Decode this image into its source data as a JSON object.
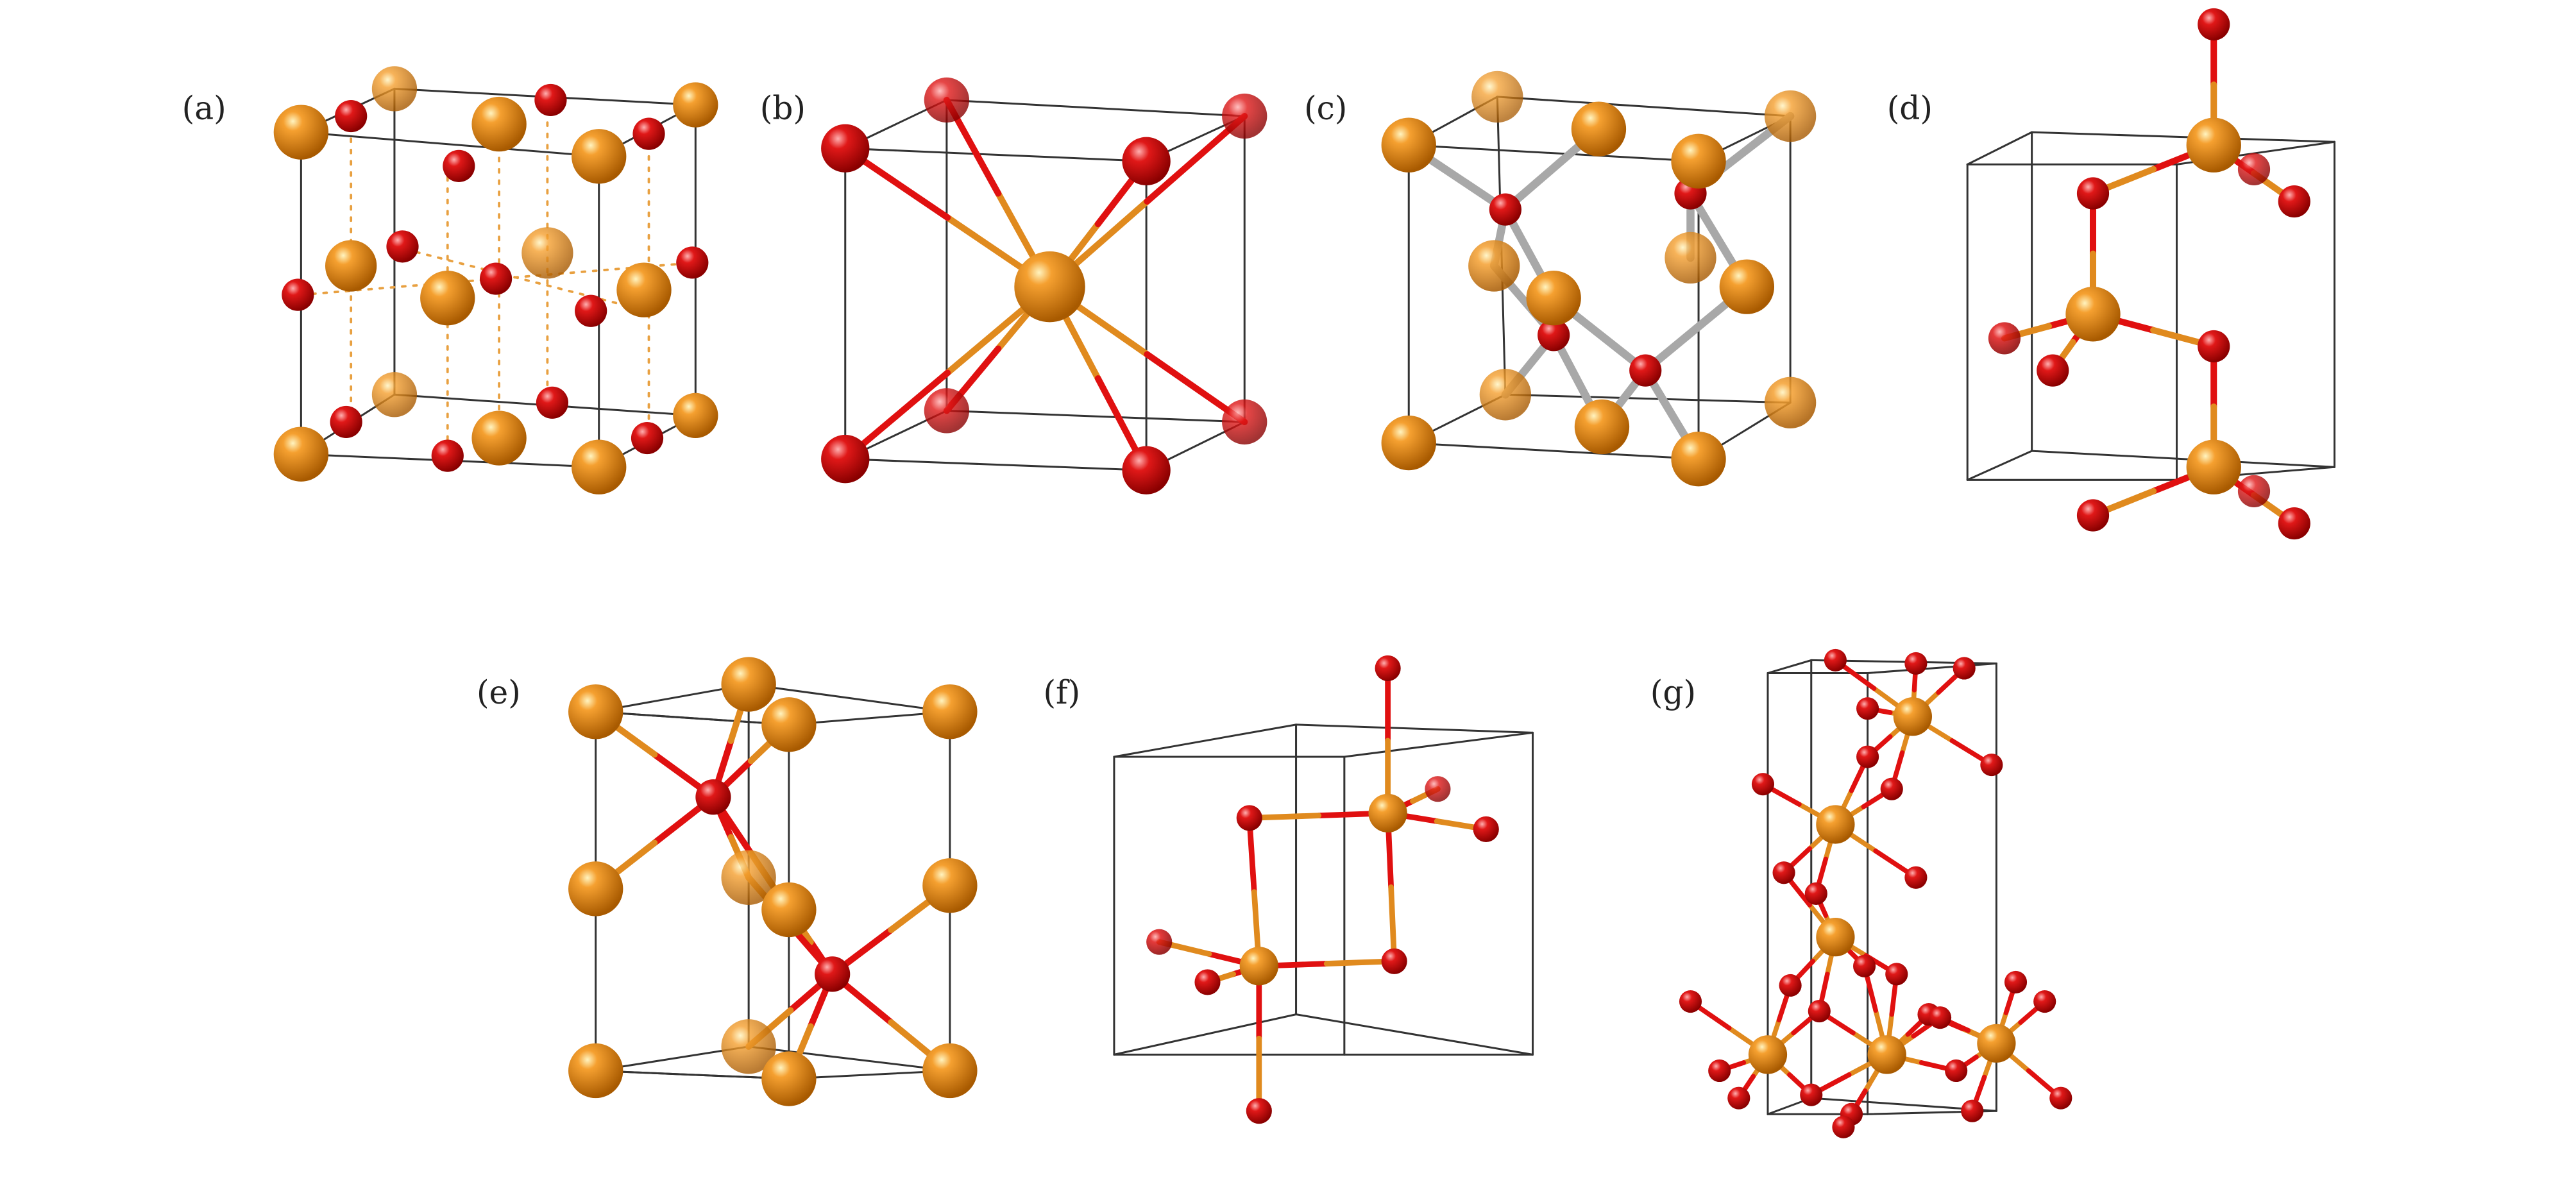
{
  "panels": [
    {
      "id": "a",
      "label": "(a)"
    },
    {
      "id": "b",
      "label": "(b)"
    },
    {
      "id": "c",
      "label": "(c)"
    },
    {
      "id": "d",
      "label": "(d)"
    },
    {
      "id": "e",
      "label": "(e)"
    },
    {
      "id": "f",
      "label": "(f)"
    },
    {
      "id": "g",
      "label": "(g)"
    }
  ],
  "colors": {
    "metal_atom": "#e08a1e",
    "oxygen_atom": "#e01010",
    "cell_edge": "#333333",
    "bond_gray": "#a8a8a8"
  }
}
